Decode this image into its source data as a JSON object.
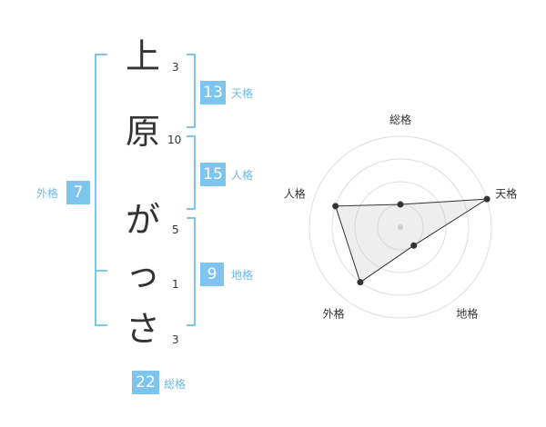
{
  "name_chars": [
    {
      "char": "上",
      "strokes": "3"
    },
    {
      "char": "原",
      "strokes": "10"
    },
    {
      "char": "が",
      "strokes": "5"
    },
    {
      "char": "っ",
      "strokes": "1"
    },
    {
      "char": "さ",
      "strokes": "3"
    }
  ],
  "kaku": {
    "tenkaku": {
      "label": "天格",
      "value": "13"
    },
    "jinkaku": {
      "label": "人格",
      "value": "15"
    },
    "chikaku": {
      "label": "地格",
      "value": "9"
    },
    "gaikaku": {
      "label": "外格",
      "value": "7"
    },
    "soukaku": {
      "label": "総格",
      "value": "22"
    }
  },
  "colors": {
    "accent": "#7dc4ef",
    "label": "#6cb8e8",
    "text": "#333333",
    "ring": "#dddddd"
  },
  "chart_data": {
    "type": "radar",
    "axes": [
      "総格",
      "天格",
      "地格",
      "外格",
      "人格"
    ],
    "values": [
      1,
      4,
      1,
      3,
      3
    ],
    "max": 4,
    "rings": 4
  }
}
